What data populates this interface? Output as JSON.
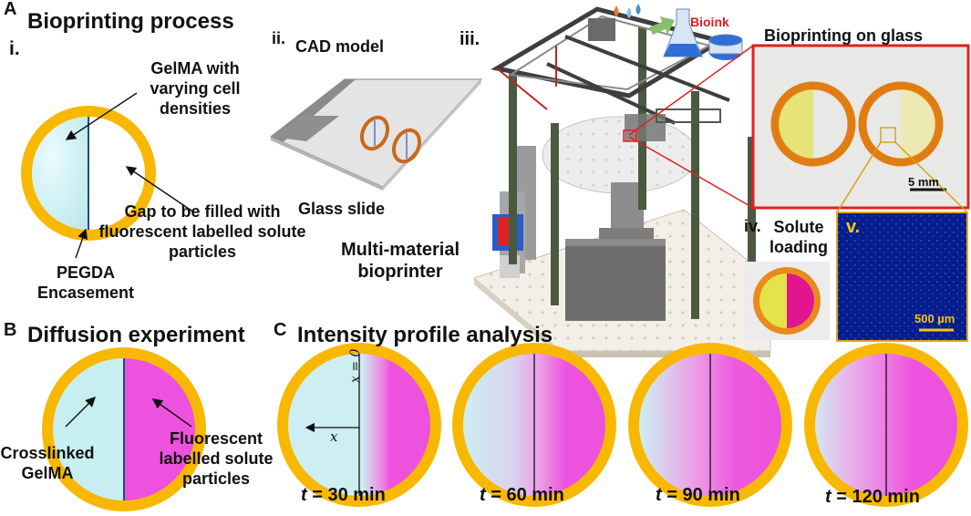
{
  "panel_a": {
    "letter": "A",
    "title": "Bioprinting process",
    "i_label": "i.",
    "ii_label": "ii.",
    "ii_title": "CAD model",
    "iii_label": "iii.",
    "iv_label": "iv.",
    "v_label": "v.",
    "gelma_label": "GelMA with varying cell densities",
    "gap_label": "Gap to be filled with fluorescent labelled solute particles",
    "pegda_label": "PEGDA Encasement",
    "glass_slide_label": "Glass slide",
    "printer_label": "Multi-material bioprinter",
    "bioink_label": "Bioink",
    "glass_title": "Bioprinting on glass",
    "scale_5mm": "5 mm",
    "solute_loading": "Solute loading",
    "scale_500um": "500 µm"
  },
  "panel_b": {
    "letter": "B",
    "title": "Diffusion experiment",
    "crosslinked_label": "Crosslinked GelMA",
    "fluor_label": "Fluorescent labelled solute particles"
  },
  "panel_c": {
    "letter": "C",
    "title": "Intensity profile analysis",
    "x0_label": "x = 0",
    "x_label": "x",
    "t_symbol": "t",
    "times": [
      "= 30 min",
      "= 60 min",
      "= 90 min",
      "= 120 min"
    ]
  },
  "colors": {
    "ring": "#f9b800",
    "gelma": "#c7eef1",
    "solute": "#ec52de",
    "red_frame": "#e02020",
    "yellow_fill": "#e6e24a"
  }
}
